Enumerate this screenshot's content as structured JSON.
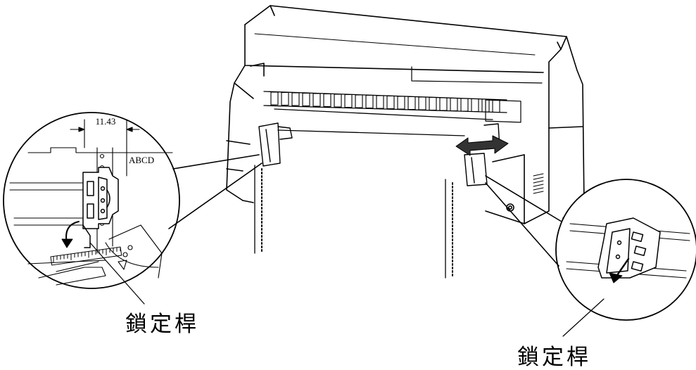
{
  "diagram": {
    "callout_left": {
      "dimension_label": "11.43",
      "sample_text": "ABCD"
    },
    "lock_lever_label_left": "鎖定桿",
    "lock_lever_label_right": "鎖定桿"
  }
}
